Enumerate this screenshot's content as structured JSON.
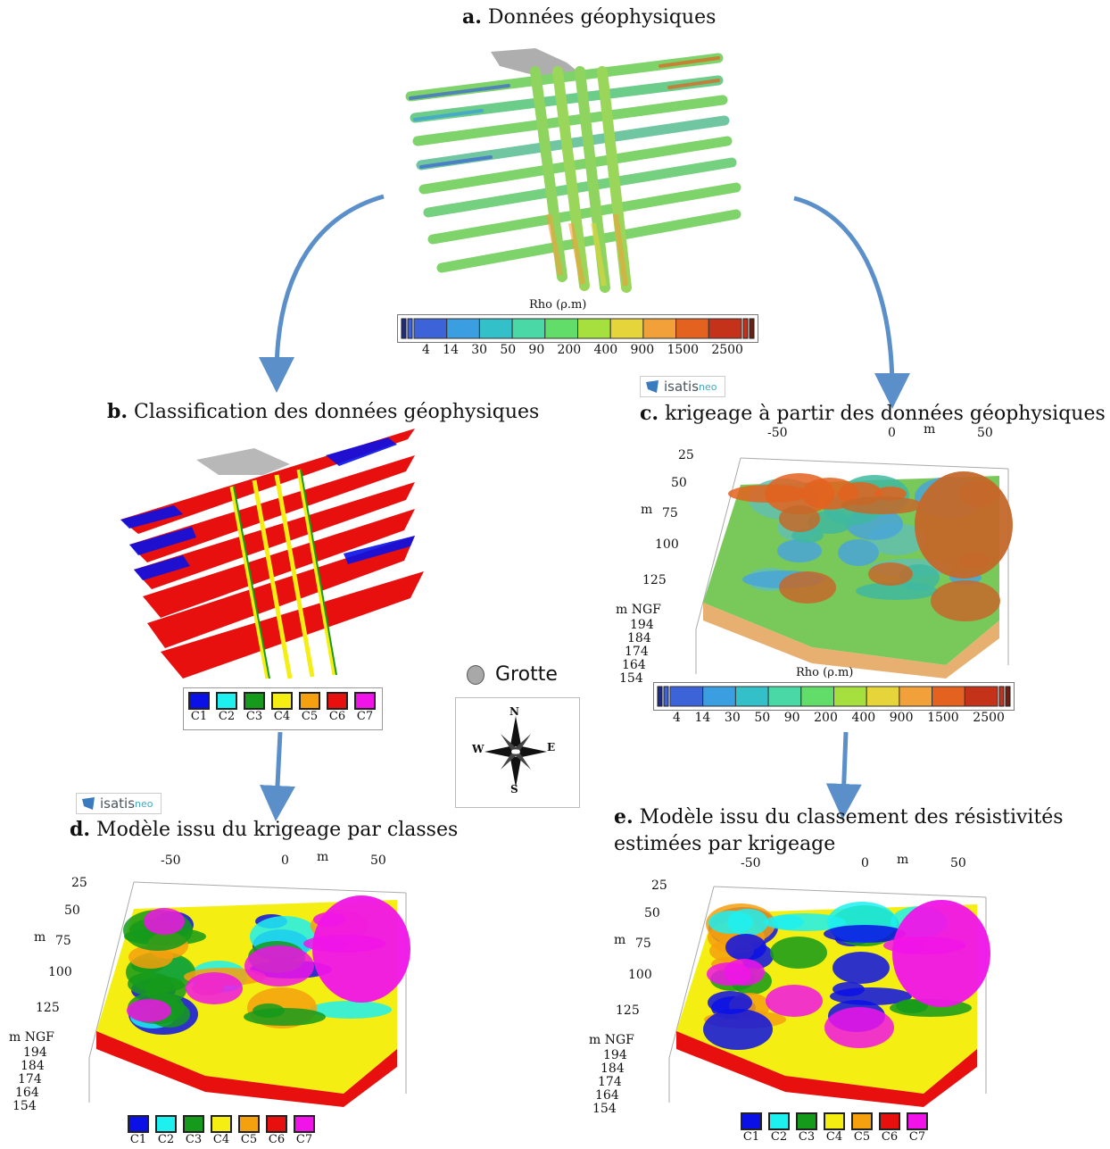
{
  "panels": {
    "a": {
      "letter": "a.",
      "title": "Données géophysiques"
    },
    "b": {
      "letter": "b.",
      "title": "Classification des données géophysiques"
    },
    "c": {
      "letter": "c.",
      "title": "krigeage à partir des données géophysiques"
    },
    "d": {
      "letter": "d.",
      "title": "Modèle issu du krigeage par classes"
    },
    "e": {
      "letter": "e.",
      "title": "Modèle issu du classement des résistivités",
      "title_line2": "estimées par krigeage"
    }
  },
  "rho_scale": {
    "label": "Rho (ρ.m)",
    "ticks": [
      "4",
      "14",
      "30",
      "50",
      "90",
      "200",
      "400",
      "900",
      "1500",
      "2500"
    ],
    "colors": [
      "#1d2b80",
      "#3d63d8",
      "#3a9ee0",
      "#33c0c8",
      "#4ad9a6",
      "#63dd6a",
      "#a6e03f",
      "#e6d53a",
      "#f2a13a",
      "#e3621f",
      "#c4321a",
      "#6e1e12"
    ]
  },
  "classes": {
    "labels": [
      "C1",
      "C2",
      "C3",
      "C4",
      "C5",
      "C6",
      "C7"
    ],
    "colors": [
      "#0a10e6",
      "#1ef0f0",
      "#159a1c",
      "#f5ee12",
      "#f5a00e",
      "#e8100e",
      "#f014e8"
    ]
  },
  "model_axes": {
    "top_ticks": [
      "-50",
      "0",
      "m",
      "50"
    ],
    "left_ticks": [
      "25",
      "50",
      "m",
      "75",
      "100",
      "125"
    ],
    "z_label": "m NGF",
    "z_ticks": [
      "194",
      "184",
      "174",
      "164",
      "154"
    ]
  },
  "legend": {
    "grotte": "Grotte"
  },
  "compass": {
    "n": "N",
    "s": "S",
    "e": "E",
    "w": "W"
  },
  "logo": {
    "brand": "isatis",
    "suffix": "neo"
  }
}
